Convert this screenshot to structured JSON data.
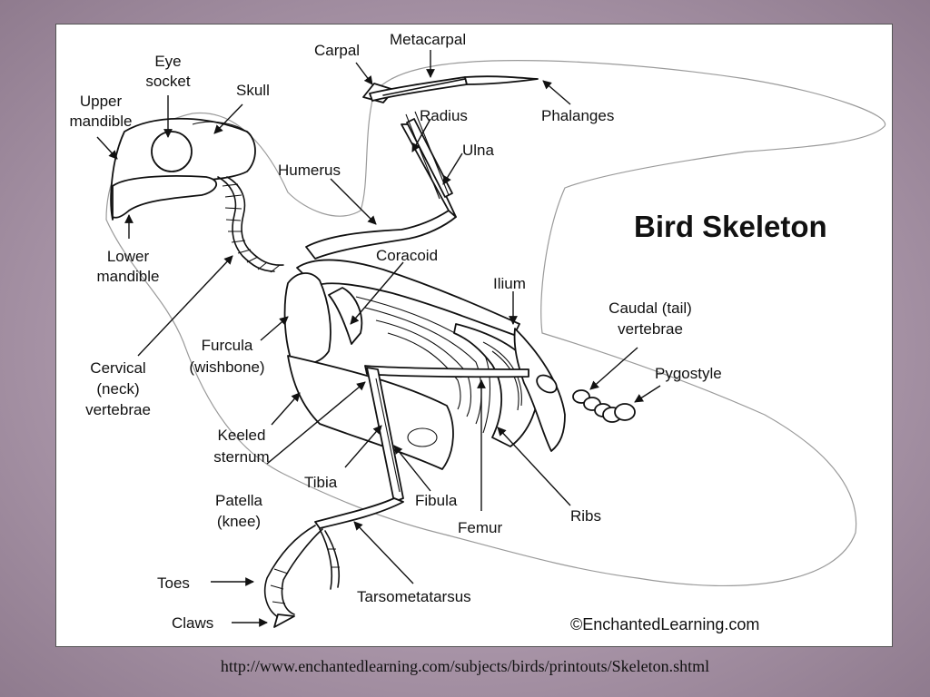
{
  "diagram": {
    "title": "Bird Skeleton",
    "credit": "©EnchantedLearning.com",
    "labels": {
      "carpal": "Carpal",
      "metacarpal": "Metacarpal",
      "eye_1": "Eye",
      "eye_2": "socket",
      "skull": "Skull",
      "upper_1": "Upper",
      "upper_2": "mandible",
      "radius": "Radius",
      "phalanges": "Phalanges",
      "ulna": "Ulna",
      "humerus": "Humerus",
      "lower_1": "Lower",
      "lower_2": "mandible",
      "coracoid": "Coracoid",
      "ilium": "Ilium",
      "caudal_1": "Caudal (tail)",
      "caudal_2": "vertebrae",
      "furcula_1": "Furcula",
      "furcula_2": "(wishbone)",
      "cervical_1": "Cervical",
      "cervical_2": "(neck)",
      "cervical_3": "vertebrae",
      "pygostyle": "Pygostyle",
      "keeled_1": "Keeled",
      "keeled_2": "sternum",
      "tibia": "Tibia",
      "patella_1": "Patella",
      "patella_2": "(knee)",
      "fibula": "Fibula",
      "femur": "Femur",
      "ribs": "Ribs",
      "toes": "Toes",
      "tarsometatarsus": "Tarsometatarsus",
      "claws": "Claws"
    }
  },
  "footer": {
    "source_url": "http://www.enchantedlearning.com/subjects/birds/printouts/Skeleton.shtml"
  }
}
